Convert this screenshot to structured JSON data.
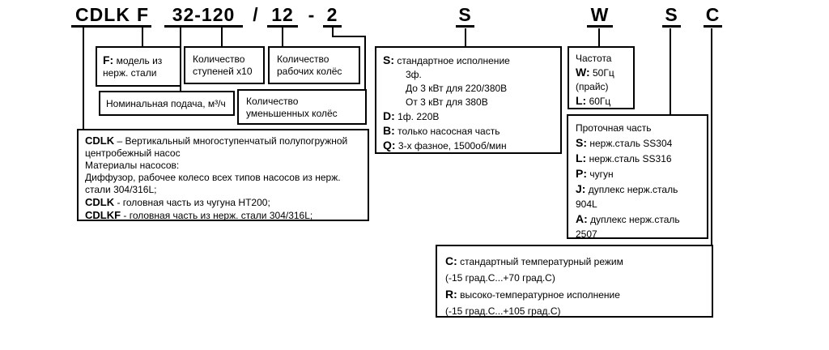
{
  "code": {
    "series": "CDLK",
    "material_flag": "F",
    "flow_head": "32-120",
    "slash": "/",
    "stages": "12",
    "dash": "-",
    "reduced": "2",
    "power": "S",
    "frequency": "W",
    "flow_part": "S",
    "temperature": "C"
  },
  "boxes": {
    "f_model": {
      "key": "F:",
      "text": "модель из нерж. стали"
    },
    "stages": {
      "text": "Количество ступеней x10"
    },
    "impellers": {
      "text": "Количество рабочих колёс"
    },
    "flow": {
      "text": "Номинальная подача, м³/ч"
    },
    "reduced": {
      "text": "Количество уменьшенных колёс"
    },
    "description": {
      "key1": "CDLK",
      "text1": " – Вертикальный многоступенчатый полупогружной центробежный насос",
      "line2": "Материалы насосов:",
      "line3": "Диффузор, рабочее колесо всех типов насосов из нерж. стали 304/316L;",
      "key4": "CDLK",
      "text4": " - головная часть из чугуна HT200;",
      "key5": "CDLKF",
      "text5": " - головная часть из нерж. стали 304/316L;"
    },
    "power": {
      "rows": [
        {
          "key": "S:",
          "text": "стандартное исполнение"
        },
        {
          "key": "",
          "text": "3ф."
        },
        {
          "key": "",
          "text": "До 3 кВт для 220/380В"
        },
        {
          "key": "",
          "text": "От 3 кВт для 380В"
        },
        {
          "key": "D:",
          "text": "1ф. 220В"
        },
        {
          "key": "B:",
          "text": "только насосная часть"
        },
        {
          "key": "Q:",
          "text": "3-х фазное, 1500об/мин"
        }
      ]
    },
    "frequency": {
      "title": "Частота",
      "rows": [
        {
          "key": "W:",
          "text": "50Гц"
        },
        {
          "key": "",
          "text": "(прайс)"
        },
        {
          "key": "L:",
          "text": "60Гц"
        }
      ]
    },
    "flow_part": {
      "title": "Проточная часть",
      "rows": [
        {
          "key": "S:",
          "text": "нерж.сталь SS304"
        },
        {
          "key": "L:",
          "text": "нерж.сталь SS316"
        },
        {
          "key": "P:",
          "text": "чугун"
        },
        {
          "key": "J:",
          "text": "дуплекс нерж.сталь 904L"
        },
        {
          "key": "A:",
          "text": "дуплекс нерж.сталь 2507"
        }
      ]
    },
    "temperature": {
      "rows": [
        {
          "key": "C:",
          "text": "стандартный температурный режим"
        },
        {
          "key": "",
          "text": "(-15 град.С...+70 град.С)"
        },
        {
          "key": "R:",
          "text": "высоко-температурное исполнение"
        },
        {
          "key": "",
          "text": "(-15 град.С...+105 град.С)"
        }
      ]
    }
  },
  "colors": {
    "line": "#000000",
    "background": "#ffffff",
    "text": "#000000"
  }
}
